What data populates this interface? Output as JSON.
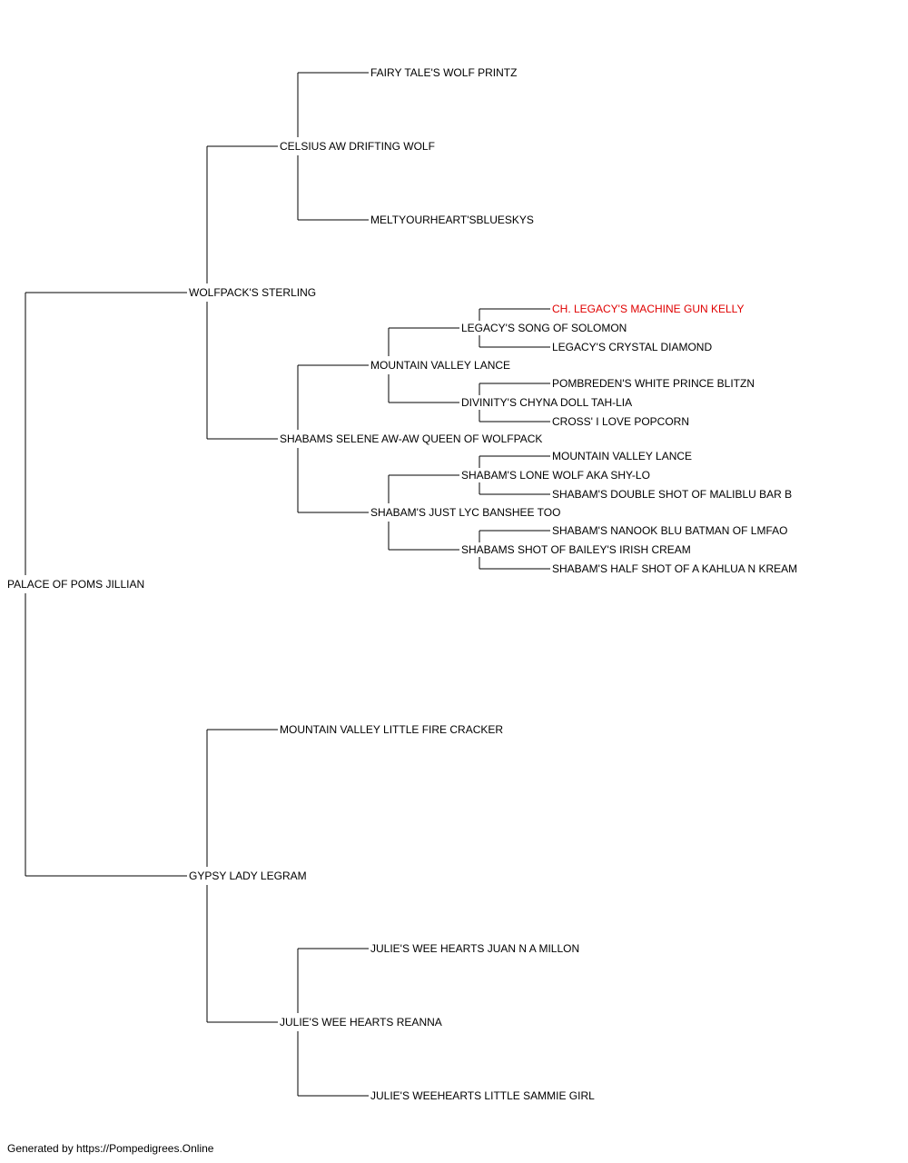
{
  "pedigree": {
    "subject": "PALACE OF POMS JILLIAN",
    "sire": {
      "name": "WOLFPACK'S STERLING",
      "sire": {
        "name": "CELSIUS AW DRIFTING WOLF",
        "sire": {
          "name": "FAIRY TALE'S WOLF PRINTZ"
        },
        "dam": {
          "name": "MELTYOURHEART'SBLUESKYS"
        }
      },
      "dam": {
        "name": "SHABAMS SELENE AW-AW QUEEN OF WOLFPACK",
        "sire": {
          "name": "MOUNTAIN VALLEY LANCE",
          "sire": {
            "name": "LEGACY'S SONG OF SOLOMON",
            "sire": {
              "name": "CH. LEGACY'S MACHINE GUN KELLY",
              "highlight": true
            },
            "dam": {
              "name": "LEGACY'S CRYSTAL DIAMOND"
            }
          },
          "dam": {
            "name": "DIVINITY'S CHYNA DOLL TAH-LIA",
            "sire": {
              "name": "POMBREDEN'S WHITE PRINCE BLITZN"
            },
            "dam": {
              "name": "CROSS' I LOVE POPCORN"
            }
          }
        },
        "dam": {
          "name": "SHABAM'S JUST LYC BANSHEE TOO",
          "sire": {
            "name": "SHABAM'S LONE WOLF AKA SHY-LO",
            "sire": {
              "name": "MOUNTAIN VALLEY LANCE"
            },
            "dam": {
              "name": "SHABAM'S DOUBLE SHOT OF MALIBLU BAR B"
            }
          },
          "dam": {
            "name": "SHABAMS SHOT OF BAILEY'S IRISH CREAM",
            "sire": {
              "name": "SHABAM'S NANOOK BLU BATMAN OF LMFAO"
            },
            "dam": {
              "name": "SHABAM'S HALF SHOT OF A KAHLUA N KREAM"
            }
          }
        }
      }
    },
    "dam": {
      "name": "GYPSY LADY LEGRAM",
      "sire": {
        "name": "MOUNTAIN VALLEY LITTLE FIRE CRACKER"
      },
      "dam": {
        "name": "JULIE'S WEE HEARTS REANNA",
        "sire": {
          "name": "JULIE'S WEE HEARTS JUAN N A MILLON"
        },
        "dam": {
          "name": "JULIE'S WEEHEARTS LITTLE SAMMIE GIRL"
        }
      }
    }
  },
  "colors": {
    "line": "#000000",
    "text": "#000000",
    "highlight": "#e00000"
  },
  "footer": {
    "text": "Generated by https://Pompedigrees.Online"
  }
}
